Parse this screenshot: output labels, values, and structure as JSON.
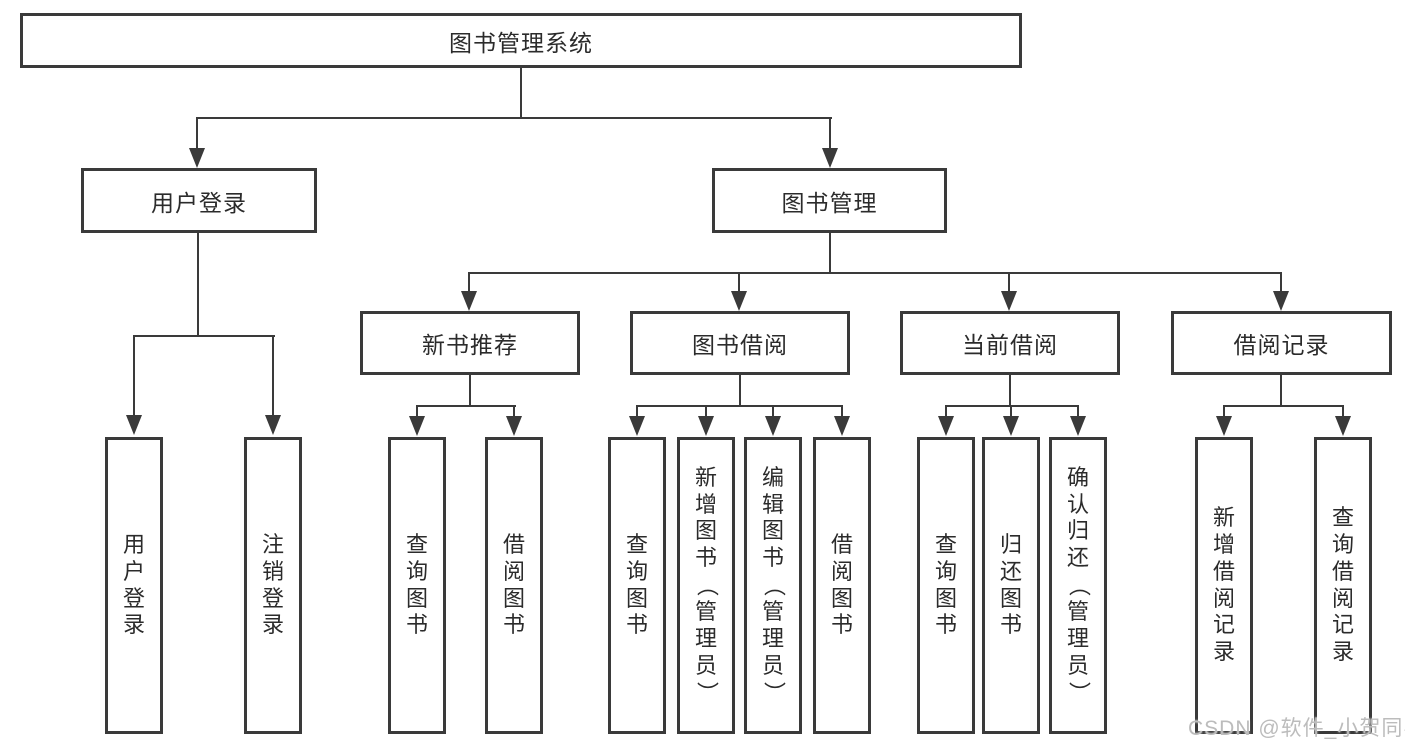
{
  "title": {
    "label": "图书管理系统"
  },
  "level2": {
    "user_login": "用户登录",
    "book_mgmt": "图书管理"
  },
  "level3": {
    "new_books": "新书推荐",
    "book_borrow": "图书借阅",
    "current_borrow": "当前借阅",
    "borrow_records": "借阅记录"
  },
  "leaves": {
    "user_login": [
      "用户登录",
      "注销登录"
    ],
    "new_books": [
      "查询图书",
      "借阅图书"
    ],
    "book_borrow": [
      "查询图书",
      "新增图书（管理员）",
      "编辑图书（管理员）",
      "借阅图书"
    ],
    "current_borrow": [
      "查询图书",
      "归还图书",
      "确认归还（管理员）"
    ],
    "borrow_records": [
      "新增借阅记录",
      "查询借阅记录"
    ]
  },
  "watermark": {
    "text": "CSDN @软件_小贺同学"
  },
  "colors": {
    "line": "#3a3a3a",
    "text": "#2b2b2b",
    "background": "#ffffff",
    "watermark": "#bcbcbc"
  }
}
